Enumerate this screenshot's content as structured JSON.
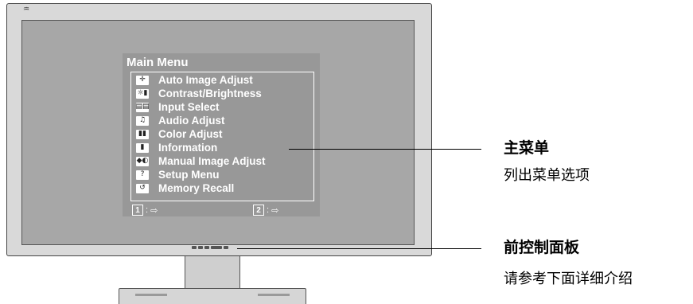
{
  "monitor": {
    "logo_glyph": "♒"
  },
  "osd": {
    "title": "Main Menu",
    "items": [
      {
        "label": "Auto Image Adjust",
        "icon": "auto-image-adjust-icon",
        "glyph": "✛"
      },
      {
        "label": "Contrast/Brightness",
        "icon": "contrast-brightness-icon",
        "glyph": "☼▮"
      },
      {
        "label": "Input Select",
        "icon": "input-select-icon",
        "glyph": "▤▤"
      },
      {
        "label": "Audio Adjust",
        "icon": "audio-adjust-icon",
        "glyph": "♫"
      },
      {
        "label": "Color Adjust",
        "icon": "color-adjust-icon",
        "glyph": "▮▮"
      },
      {
        "label": "Information",
        "icon": "information-icon",
        "glyph": "▮"
      },
      {
        "label": "Manual Image Adjust",
        "icon": "manual-image-adjust-icon",
        "glyph": "◆◐"
      },
      {
        "label": "Setup Menu",
        "icon": "setup-menu-icon",
        "glyph": "?"
      },
      {
        "label": "Memory Recall",
        "icon": "memory-recall-icon",
        "glyph": "↺"
      }
    ],
    "footer": [
      {
        "key": "1",
        "sep": ":",
        "glyph": "⇨"
      },
      {
        "key": "2",
        "sep": ":",
        "glyph": "⇨"
      }
    ]
  },
  "callouts": {
    "main_menu": {
      "title": "主菜单",
      "subtitle": "列出菜单选项"
    },
    "front_panel": {
      "title": "前控制面板",
      "subtitle": "请参考下面详细介绍"
    }
  }
}
